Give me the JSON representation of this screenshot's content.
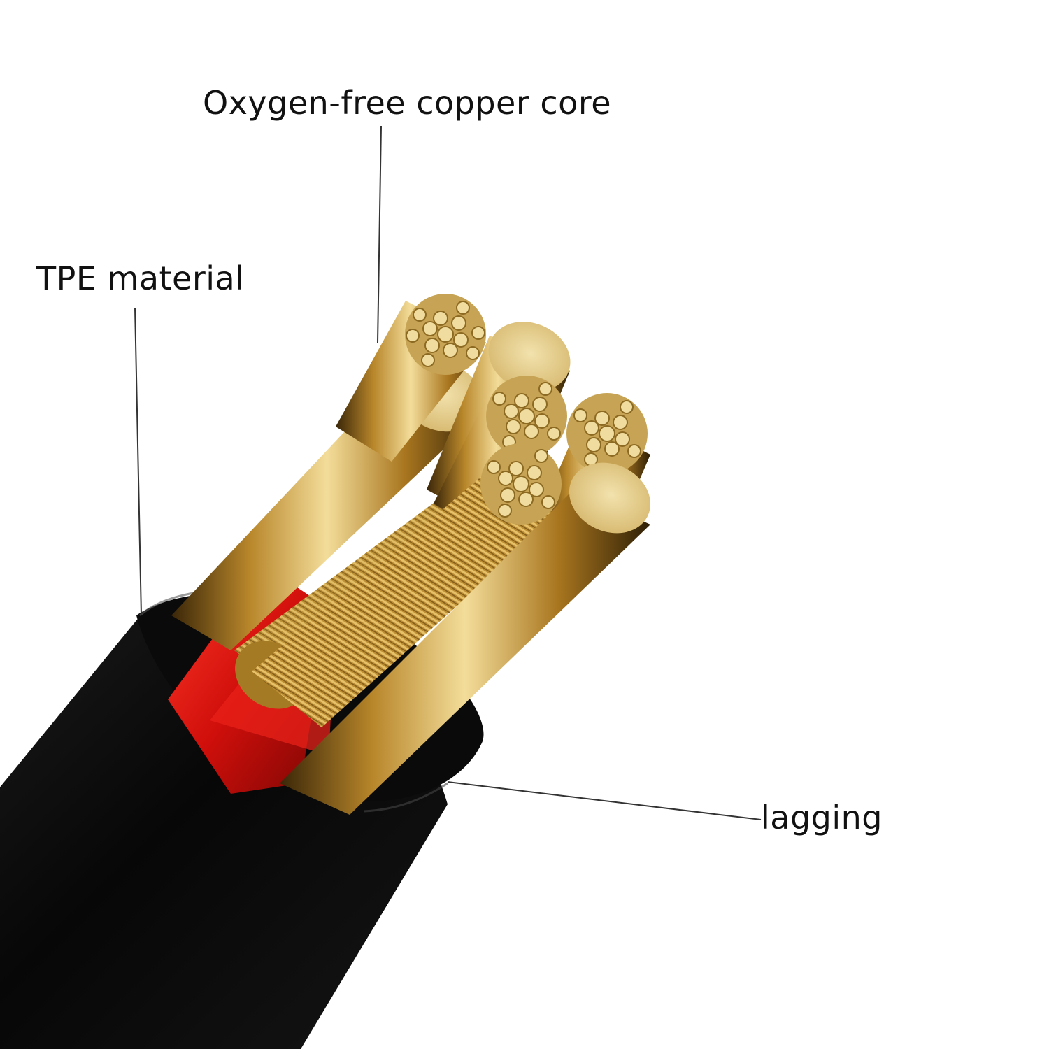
{
  "labels": {
    "copper_core": "Oxygen-free copper core",
    "tpe": "TPE material",
    "lagging": "lagging"
  },
  "colors": {
    "background": "#ffffff",
    "jacket": "#0c0c0c",
    "insulation_red": "#d8130f",
    "copper_gold": "#c99a2e",
    "copper_face": "#e9d49a",
    "leader_line": "#333333",
    "text": "#111111"
  },
  "icons": {
    "cable": "cable-cross-section-illustration"
  }
}
